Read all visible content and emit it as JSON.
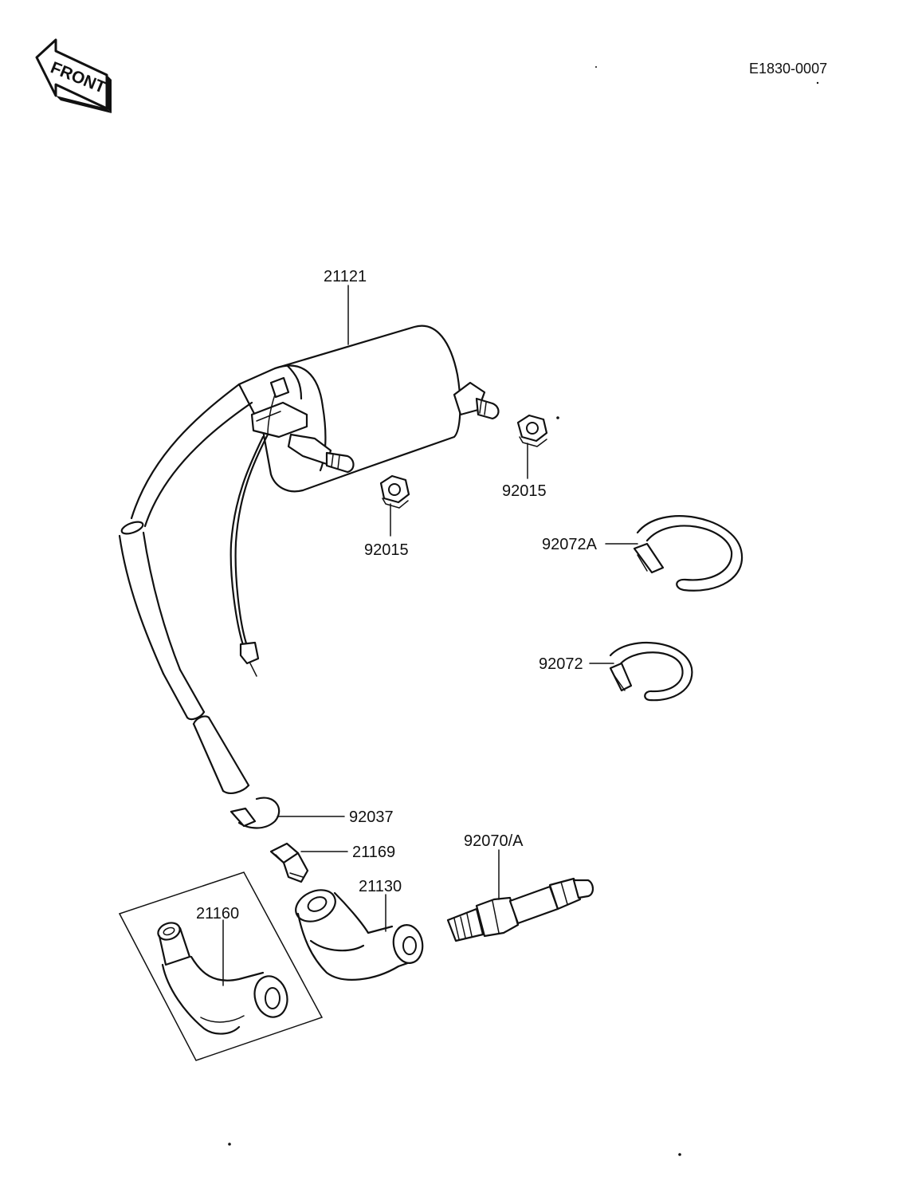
{
  "drawing_code": "E1830-0007",
  "front_label": "FRONT",
  "parts": {
    "coil": "21121",
    "nut_right": "92015",
    "nut_left": "92015",
    "clamp_large": "92072A",
    "clamp_small": "92072",
    "clip": "92037",
    "terminal": "21169",
    "spark_plug": "92070/A",
    "cap": "21130",
    "cap_alt": "21160"
  }
}
